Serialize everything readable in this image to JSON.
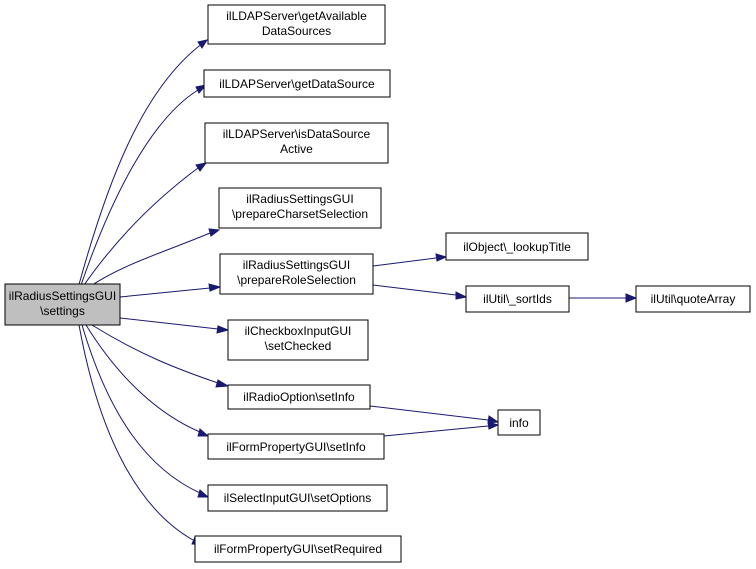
{
  "colors": {
    "edge": "#191970",
    "root_fill": "#bfbfbf",
    "node_fill": "#ffffff",
    "node_border": "#000000"
  },
  "nodes": {
    "root": [
      "ilRadiusSettingsGUI",
      "\\settings"
    ],
    "get_available": [
      "ilLDAPServer\\getAvailable",
      "DataSources"
    ],
    "get_datasource": [
      "ilLDAPServer\\getDataSource"
    ],
    "is_datasource_active": [
      "ilLDAPServer\\isDataSource",
      "Active"
    ],
    "prepare_charset": [
      "ilRadiusSettingsGUI",
      "\\prepareCharsetSelection"
    ],
    "prepare_role": [
      "ilRadiusSettingsGUI",
      "\\prepareRoleSelection"
    ],
    "set_checked": [
      "ilCheckboxInputGUI",
      "\\setChecked"
    ],
    "radio_setinfo": [
      "ilRadioOption\\setInfo"
    ],
    "formprop_setinfo": [
      "ilFormPropertyGUI\\setInfo"
    ],
    "select_setoptions": [
      "ilSelectInputGUI\\setOptions"
    ],
    "formprop_setrequired": [
      "ilFormPropertyGUI\\setRequired"
    ],
    "lookup_title": [
      "ilObject\\_lookupTitle"
    ],
    "sort_ids": [
      "ilUtil\\_sortIds"
    ],
    "quote_array": [
      "ilUtil\\quoteArray"
    ],
    "info": [
      "info"
    ]
  }
}
